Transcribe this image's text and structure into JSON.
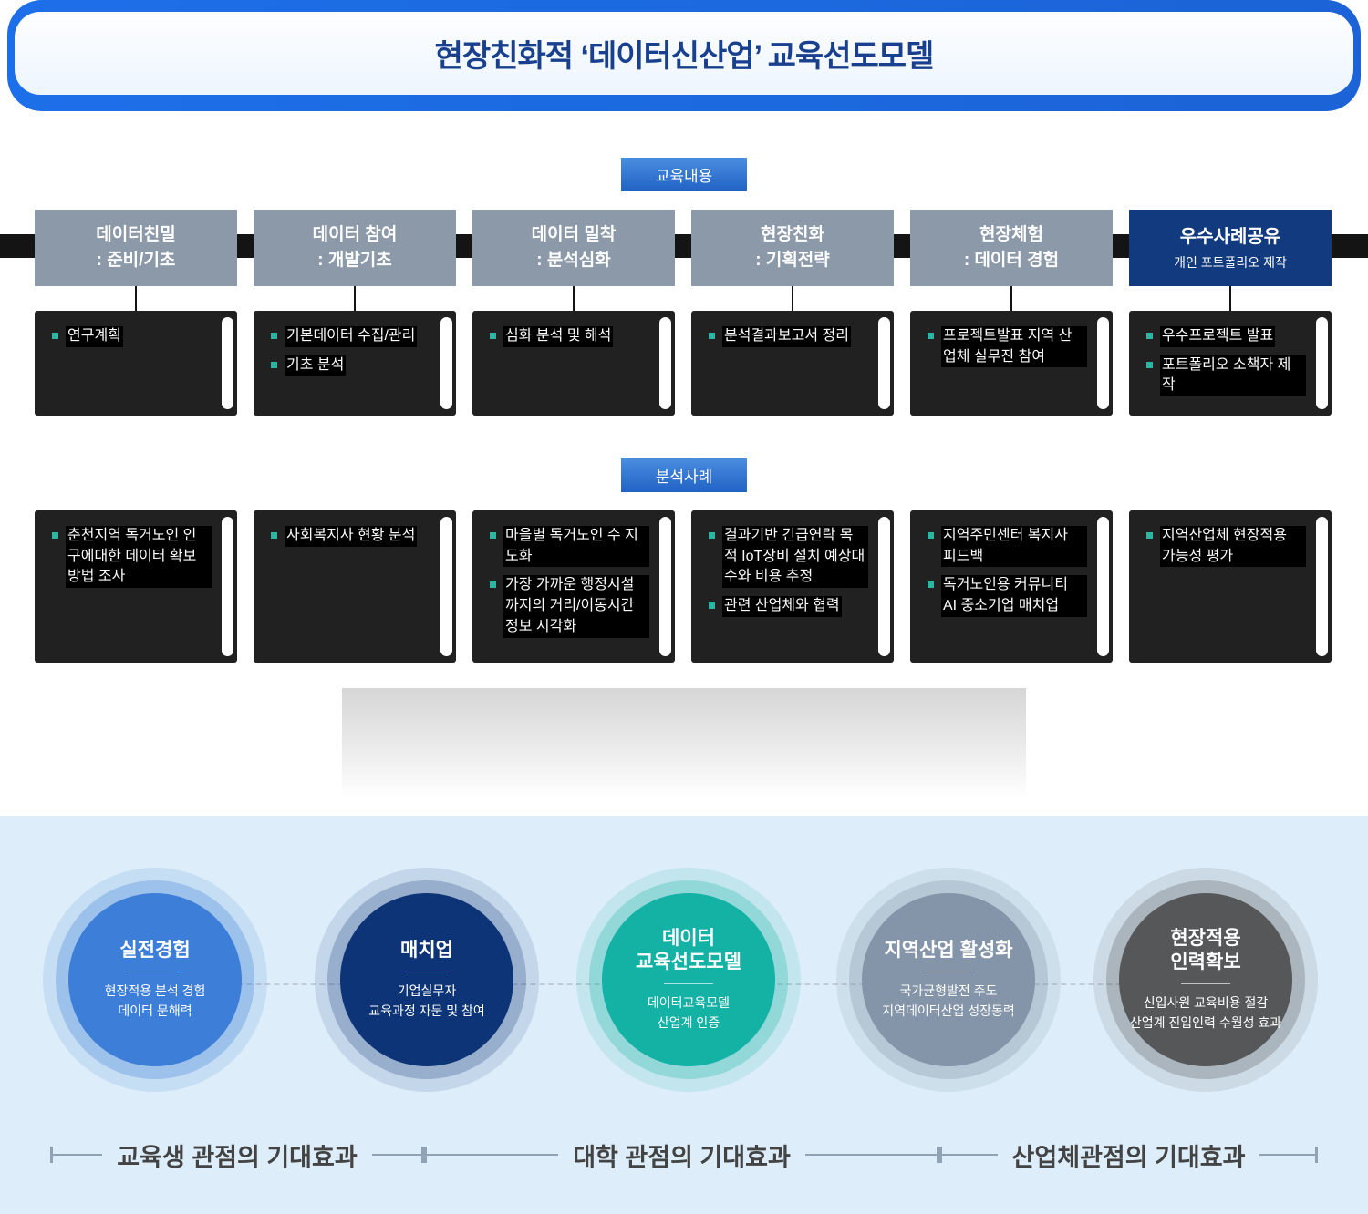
{
  "title": "현장친화적 ‘데이터신산업’ 교육선도모델",
  "badges": {
    "education": "교육내용",
    "cases": "분석사례"
  },
  "columns": [
    {
      "header": {
        "top": "데이터친밀",
        "sub": ": 준비/기초"
      },
      "contents": [
        "연구계획"
      ],
      "cases": [
        "춘천지역 독거노인 인구에대한 데이터 확보 방법 조사"
      ]
    },
    {
      "header": {
        "top": "데이터 참여",
        "sub": ": 개발기초"
      },
      "contents": [
        "기본데이터 수집/관리",
        "기초 분석"
      ],
      "cases": [
        "사회복지사 현황 분석"
      ]
    },
    {
      "header": {
        "top": "데이터 밀착",
        "sub": ": 분석심화"
      },
      "contents": [
        "심화 분석 및 해석"
      ],
      "cases": [
        "마을별 독거노인 수 지도화",
        "가장 가까운 행정시설까지의 거리/이동시간 정보 시각화"
      ]
    },
    {
      "header": {
        "top": "현장친화",
        "sub": ": 기획전략"
      },
      "contents": [
        "분석결과보고서 정리"
      ],
      "cases": [
        "결과기반 긴급연락 목적 IoT장비 설치 예상대수와 비용 추정",
        "관련 산업체와 협력"
      ]
    },
    {
      "header": {
        "top": "현장체험",
        "sub": ": 데이터 경험"
      },
      "contents": [
        "프로젝트발표 지역 산업체 실무진 참여"
      ],
      "cases": [
        "지역주민센터 복지사 피드백",
        "독거노인용 커뮤니티 AI 중소기업 매치업"
      ]
    },
    {
      "header": {
        "top": "우수사례공유",
        "sub": "개인 포트폴리오 제작"
      },
      "contents": [
        "우수프로젝트 발표",
        "포트폴리오 소책자 제작"
      ],
      "cases": [
        "지역산업체 현장적용 가능성 평가"
      ]
    }
  ],
  "effects": {
    "circles": [
      {
        "title": "실전경험",
        "body": "현장적용 분석 경험\n데이터 문해력",
        "color": "#3d7ed8"
      },
      {
        "title": "매치업",
        "body": "기업실무자\n교육과정 자문 및 참여",
        "color": "#0e3478"
      },
      {
        "title": "데이터\n교육선도모델",
        "body": "데이터교육모델\n산업계 인증",
        "color": "#14b2a5"
      },
      {
        "title": "지역산업 활성화",
        "body": "국가균형발전 주도\n지역데이터산업 성장동력",
        "color": "#8494a9"
      },
      {
        "title": "현장적용\n인력확보",
        "body": "신입사원 교육비용 절감\n산업계 진입인력 수월성 효과",
        "color": "#565759"
      }
    ],
    "brackets": [
      "교육생 관점의 기대효과",
      "대학 관점의 기대효과",
      "산업체관점의 기대효과"
    ]
  },
  "colors": {
    "banner_blue": "#1d6fe9",
    "title_text": "#19408e",
    "badge_blue": "#2162c4",
    "header_gray": "#8c99a9",
    "header_navy": "#123a7e",
    "content_box": "#212121",
    "bullet_teal": "#2cb5a3",
    "bottom_bg": "#ddeefa"
  }
}
